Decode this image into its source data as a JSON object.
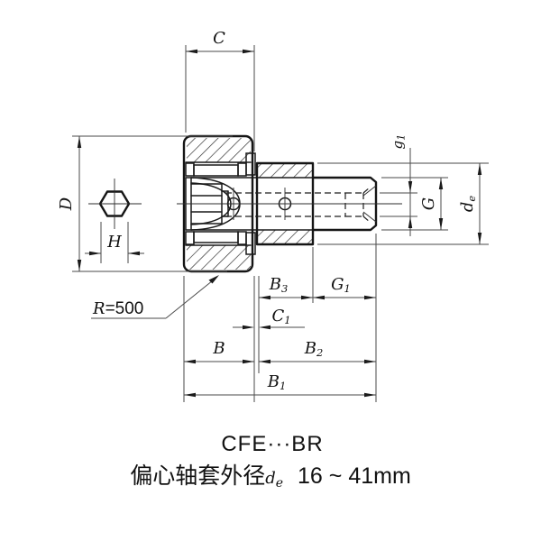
{
  "title": {
    "model": "CFE···BR"
  },
  "subtitle": {
    "cjk": "偏心轴套外径",
    "dim_main": "d",
    "dim_sub": "e",
    "range": "16 ~ 41mm"
  },
  "dims": {
    "C": {
      "main": "C"
    },
    "D": {
      "main": "D"
    },
    "H": {
      "main": "H"
    },
    "R": {
      "main": "R",
      "eq": "=500"
    },
    "B": {
      "main": "B"
    },
    "B1": {
      "main": "B",
      "sub": "1"
    },
    "B2": {
      "main": "B",
      "sub": "2"
    },
    "B3": {
      "main": "B",
      "sub": "3"
    },
    "C1": {
      "main": "C",
      "sub": "1"
    },
    "G1": {
      "main": "G",
      "sub": "1"
    },
    "G": {
      "main": "G"
    },
    "g1": {
      "main": "g",
      "sub": "1"
    },
    "de": {
      "main": "d",
      "sub": "e"
    }
  },
  "colors": {
    "line": "#151515",
    "dim": "#4a4a4a",
    "bg": "#ffffff"
  }
}
